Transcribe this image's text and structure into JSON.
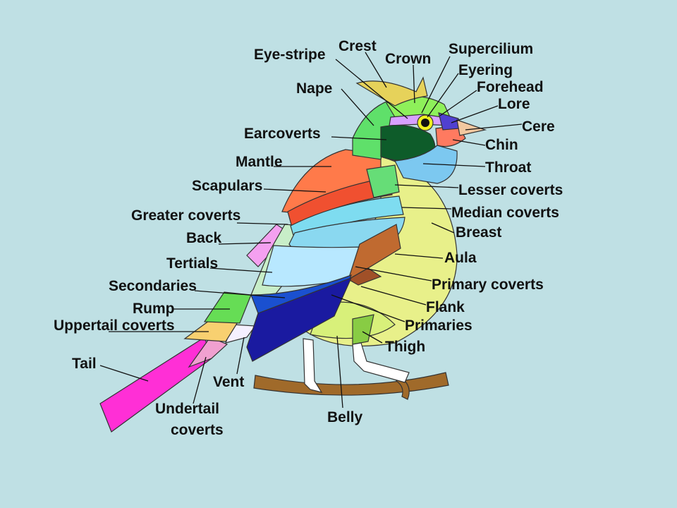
{
  "colors": {
    "background": "#bfe0e4",
    "tail": "#ff2fd6",
    "crest": "#e6d25a",
    "crown": "#8ef05a",
    "nape": "#5fe06a",
    "earcoverts": "#0e5c2a",
    "throat": "#7cc8f0",
    "mantle": "#ff7a4a",
    "breast": "#e8f08a",
    "primaries": "#1a1aa0",
    "secondaries": "#1a50d0",
    "tertials": "#8ad8f0",
    "rump": "#66dd55",
    "back": "#f4a0f0",
    "legs": "#ffffff",
    "perch": "#a06a2a"
  },
  "labels": {
    "crest": "Crest",
    "eye_stripe": "Eye-stripe",
    "crown": "Crown",
    "supercilium": "Supercilium",
    "eyering": "Eyering",
    "forehead": "Forehead",
    "lore": "Lore",
    "nape": "Nape",
    "cere": "Cere",
    "earcoverts": "Earcoverts",
    "chin": "Chin",
    "mantle": "Mantle",
    "throat": "Throat",
    "scapulars": "Scapulars",
    "lesser_coverts": "Lesser coverts",
    "greater_coverts": "Greater coverts",
    "median_coverts": "Median coverts",
    "back": "Back",
    "breast": "Breast",
    "tertials": "Tertials",
    "aula": "Aula",
    "secondaries": "Secondaries",
    "primary_coverts": "Primary coverts",
    "rump": "Rump",
    "flank": "Flank",
    "uppertail_coverts": "Uppertail coverts",
    "primaries": "Primaries",
    "thigh": "Thigh",
    "tail": "Tail",
    "vent": "Vent",
    "undertail_line1": "Undertail",
    "undertail_line2": "coverts",
    "belly": "Belly"
  },
  "icons": {
    "bird": "bird-anatomy-illustration",
    "perch": "branch-perch"
  }
}
